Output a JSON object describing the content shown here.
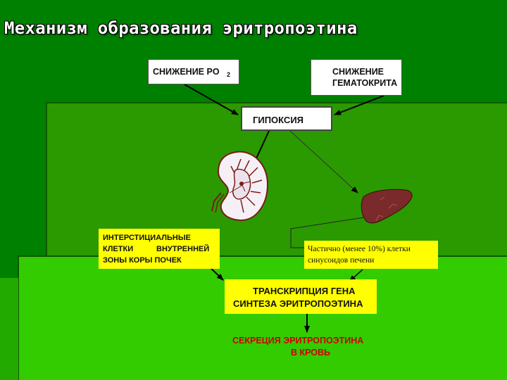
{
  "title": "Механизм образования эритропоэтина",
  "nodes": {
    "po2": {
      "label": "СНИЖЕНИЕ PO",
      "subscript": "2"
    },
    "hematocrit": {
      "line1": "СНИЖЕНИЕ",
      "line2": "ГЕМАТОКРИТА"
    },
    "hypoxia": {
      "label": "ГИПОКСИЯ"
    },
    "interstitial": {
      "line1": "ИНТЕРСТИЦИАЛЬНЫЕ",
      "line2a": "КЛЕТКИ",
      "line2b": "ВНУТРЕННЕЙ",
      "line3": "ЗОНЫ КОРЫ ПОЧЕК"
    },
    "liver_cells": {
      "line1": "Частично (менее 10%) клетки",
      "line2": "синусоидов печени"
    },
    "transcription": {
      "line1": "ТРАНСКРИПЦИЯ ГЕНА",
      "line2": "СИНТЕЗА ЭРИТРОПОЭТИНА"
    },
    "secretion": {
      "line1": "СЕКРЕЦИЯ ЭРИТРОПОЭТИНА",
      "line2": "В КРОВЬ"
    }
  },
  "organs": {
    "kidney": "kidney-icon",
    "liver": "liver-icon"
  },
  "colors": {
    "background": "#008000",
    "bright_green": "#33cc00",
    "box_white": "#ffffff",
    "box_yellow": "#ffff00",
    "secretion_text": "#cc0000",
    "kidney_fill": "#f5f0f5",
    "kidney_outline": "#7a1a1a",
    "liver_fill": "#7a2a2a"
  }
}
